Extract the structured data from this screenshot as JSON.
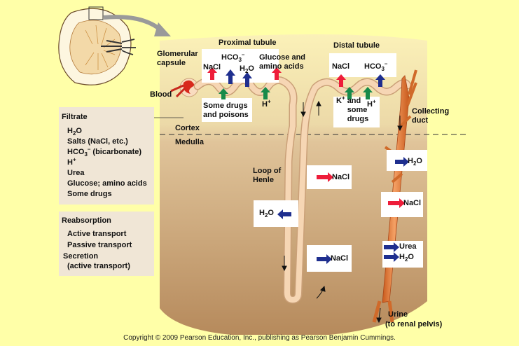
{
  "labels": {
    "proximal_tubule": "Proximal tubule",
    "distal_tubule": "Distal tubule",
    "glomerular_capsule": "Glomerular capsule",
    "blood": "Blood",
    "cortex": "Cortex",
    "medulla": "Medulla",
    "loop_of_henle": "Loop of Henle",
    "collecting_duct": "Collecting duct",
    "urine": "Urine",
    "urine_sub": "(to renal pelvis)",
    "glucose_amino": "Glucose and amino acids",
    "some_drugs_poisons": "Some drugs and poisons",
    "k_some_drugs": "and some drugs",
    "nacl": "NaCl",
    "urea": "Urea"
  },
  "filtrate": {
    "title": "Filtrate",
    "items": [
      "H2O",
      "Salts (NaCl, etc.)",
      "HCO3– (bicarbonate)",
      "H+",
      "Urea",
      "Glucose; amino acids",
      "Some drugs"
    ]
  },
  "legend": {
    "title": "Reabsorption",
    "items": [
      {
        "label": "Active transport",
        "color": "#ee1d3a"
      },
      {
        "label": "Passive transport",
        "color": "#1f2f8f"
      },
      {
        "label": "Secretion",
        "label2": "(active transport)",
        "color": "#178a4a"
      }
    ]
  },
  "colors": {
    "background": "#ffffa8",
    "active": "#ee1d3a",
    "passive": "#1f2f8f",
    "secretion": "#178a4a",
    "tubule": "#f6d6b4",
    "duct": "#e8732c"
  },
  "copyright": "Copyright © 2009 Pearson Education, Inc., publishing as Pearson Benjamin Cummings."
}
